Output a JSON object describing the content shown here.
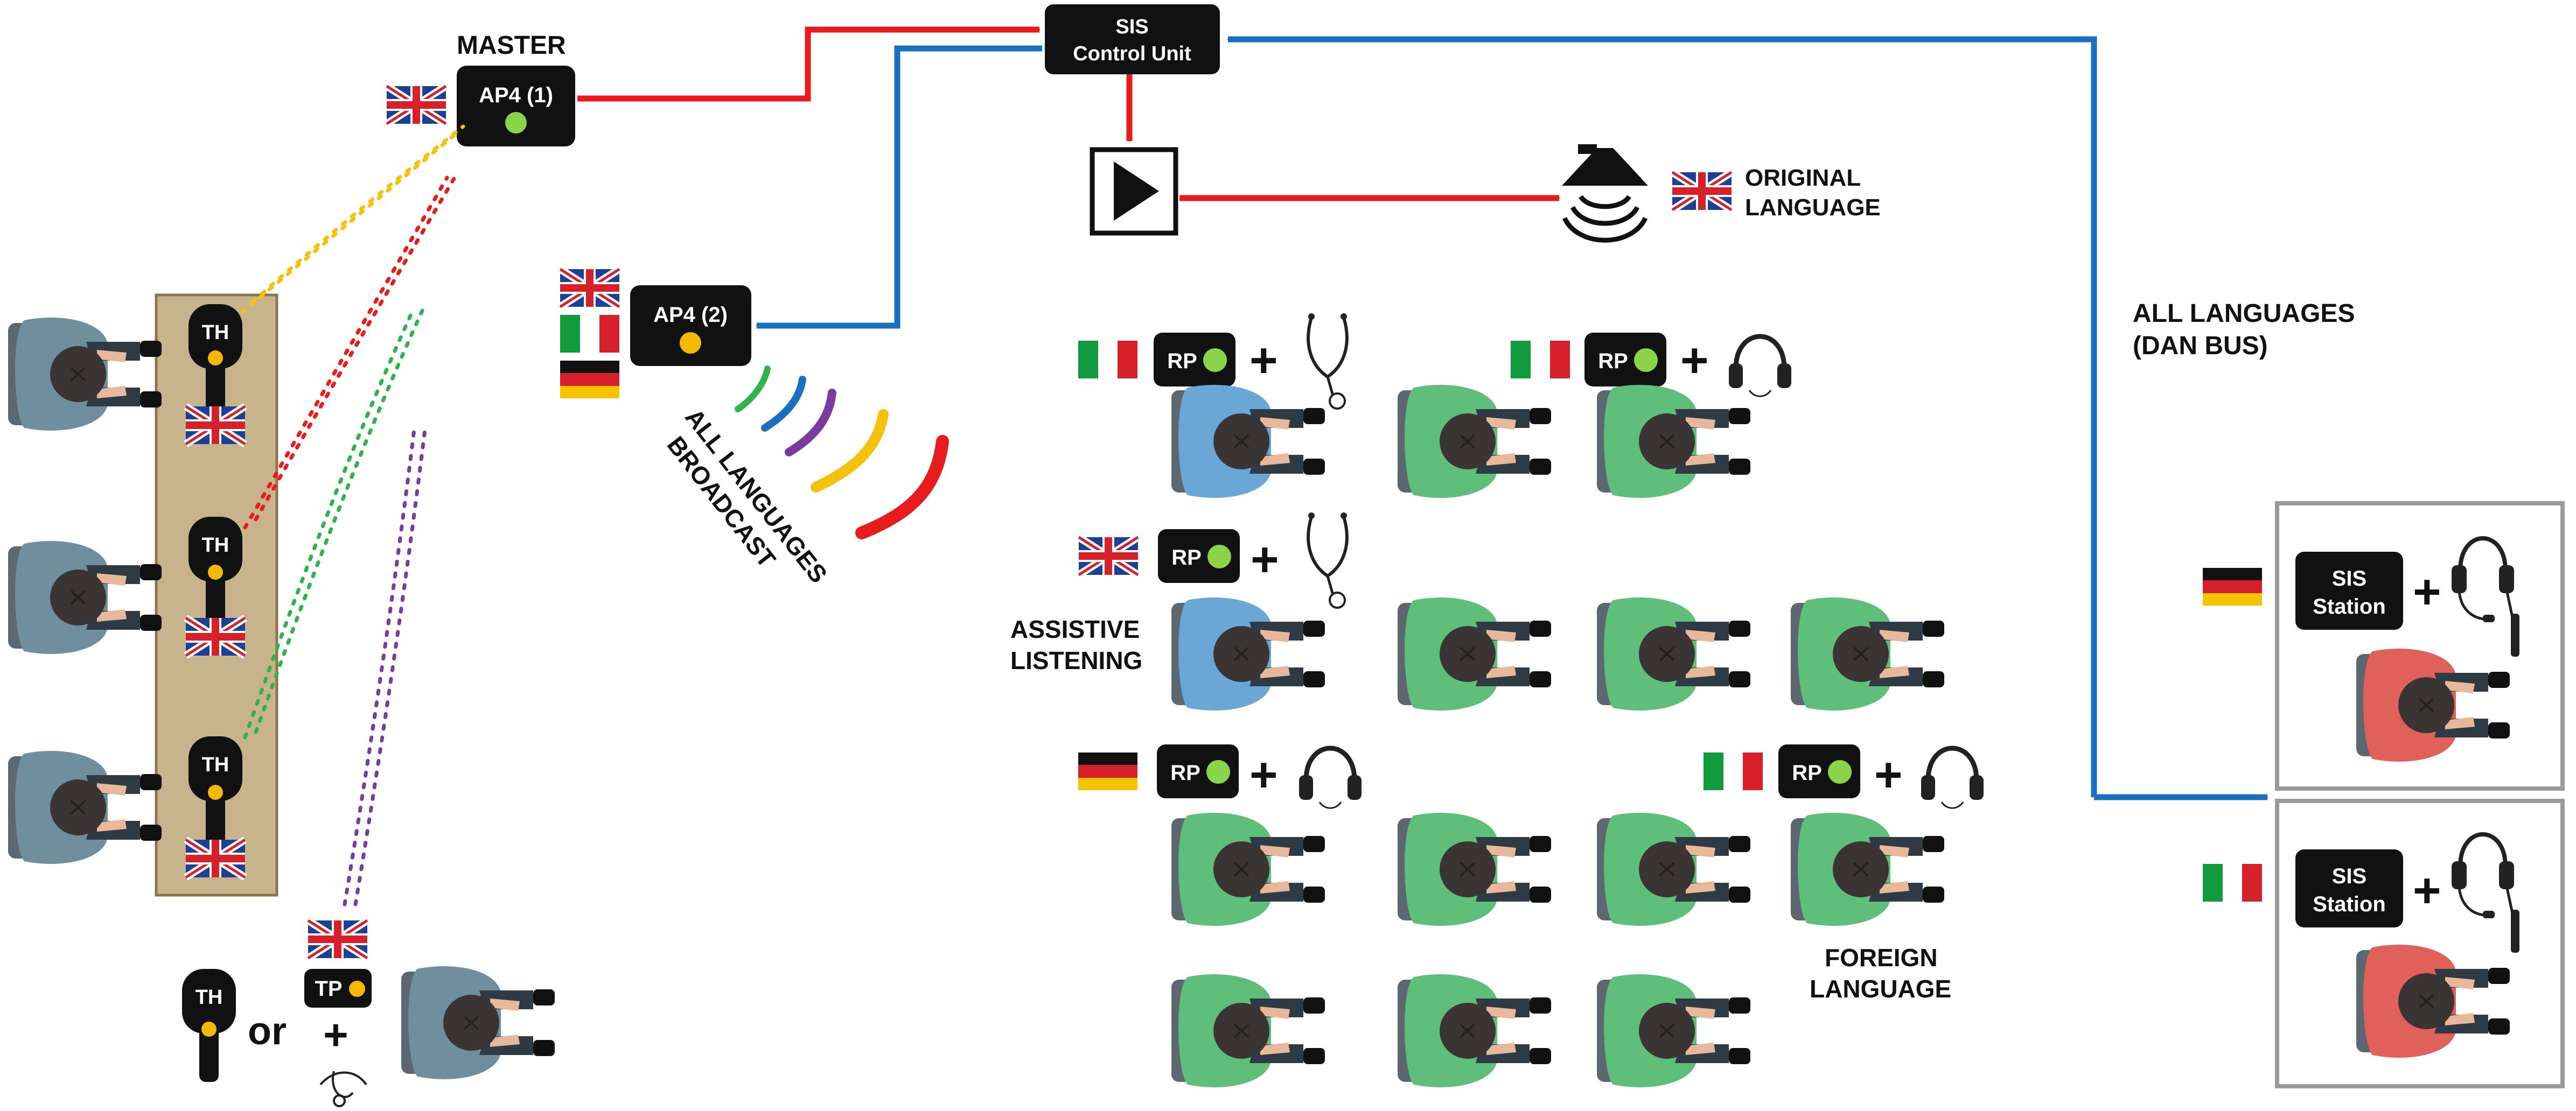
{
  "labels": {
    "master": "MASTER",
    "ap4_1": "AP4 (1)",
    "ap4_2": "AP4 (2)",
    "sis_control_line1": "SIS",
    "sis_control_line2": "Control Unit",
    "original_line1": "ORIGINAL",
    "original_line2": "LANGUAGE",
    "all_languages_line1": "ALL LANGUAGES",
    "all_languages_line2": "(DAN BUS)",
    "broadcast_line1": "ALL LANGUAGES",
    "broadcast_line2": "BROADCAST",
    "assistive_line1": "ASSISTIVE",
    "assistive_line2": "LISTENING",
    "foreign_line1": "FOREIGN",
    "foreign_line2": "LANGUAGE",
    "th": "TH",
    "tp": "TP",
    "rp": "RP",
    "or": "or",
    "plus": "+",
    "sis_station_line1": "SIS",
    "sis_station_line2": "Station"
  },
  "colors": {
    "red_signal": "#e81c1c",
    "blue_signal": "#1b6fbf",
    "yellow": "#f4c20d",
    "green": "#2fb34a",
    "purple": "#7a3aa0",
    "led_green": "#8bd44a",
    "led_yellow": "#f5b800",
    "table": "#c8b48c",
    "shirt_green": "#5fbf7a",
    "shirt_blue": "#6aa7d6",
    "shirt_red": "#e0605a",
    "shirt_grey": "#6f8f9f"
  },
  "flags": [
    "uk",
    "italy",
    "germany"
  ]
}
